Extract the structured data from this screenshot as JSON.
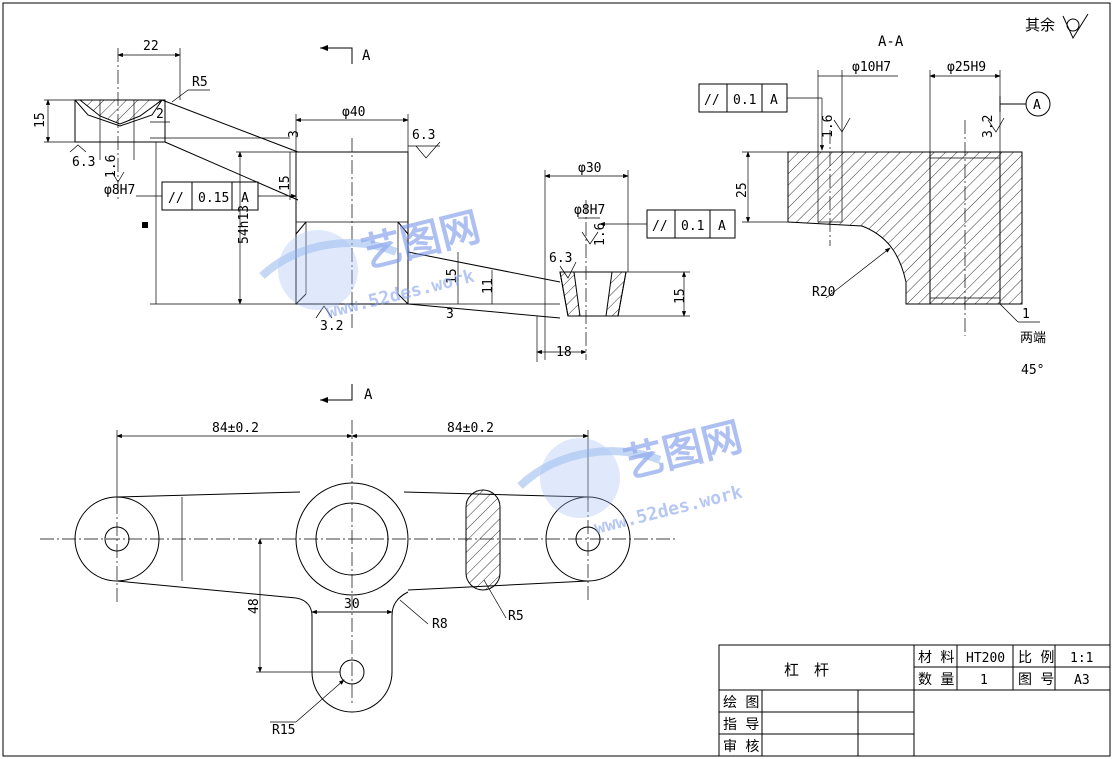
{
  "section_labels": {
    "top_arrow": "A",
    "bottom_arrow": "A",
    "section_title": "A-A"
  },
  "roughness_note": "其余",
  "left_view": {
    "dim_22": "22",
    "r5": "R5",
    "h15": "15",
    "v2": "2",
    "r6_3": "6.3",
    "r1_6": "1.6",
    "d8h7": "φ8H7",
    "tol_sym": "//",
    "tol_val": "0.15",
    "tol_ref": "A",
    "h54": "54h13",
    "d40": "φ40",
    "v3_top": "3",
    "r6_3_top": "6.3",
    "v15_side": "15",
    "r3_2_bottom": "3.2",
    "v15_mid": "15",
    "v11": "11",
    "v3_bottom": "3"
  },
  "mid_view": {
    "d30": "φ30",
    "d8h7": "φ8H7",
    "tol_sym": "//",
    "tol_val": "0.1",
    "tol_ref": "A",
    "r1_6": "1.6",
    "r6_3": "6.3",
    "h15": "15",
    "w18": "18"
  },
  "section_view": {
    "tol_sym": "//",
    "tol_val": "0.1",
    "tol_ref": "A",
    "d10h7": "φ10H7",
    "d25h9": "φ25H9",
    "r1_6": "1.6",
    "r3_2": "3.2",
    "datum": "A",
    "h25": "25",
    "r20": "R20",
    "chamfer_1": "1",
    "chamfer_ends": "两端",
    "chamfer_angle": "45°"
  },
  "plan_view": {
    "left_84": "84±0.2",
    "right_84": "84±0.2",
    "v48": "48",
    "w30": "30",
    "r8": "R8",
    "r5": "R5",
    "r15": "R15"
  },
  "title_block": {
    "part_name": "杠　杆",
    "material_label": "材 料",
    "material_value": "HT200",
    "scale_label": "比 例",
    "scale_value": "1:1",
    "qty_label": "数 量",
    "qty_value": "1",
    "sheet_label": "图 号",
    "sheet_value": "A3",
    "drawn_label": "绘 图",
    "checked_label": "指 导",
    "approved_label": "审 核"
  },
  "watermark": {
    "brand": "艺图网",
    "url": "www.52des.work"
  }
}
